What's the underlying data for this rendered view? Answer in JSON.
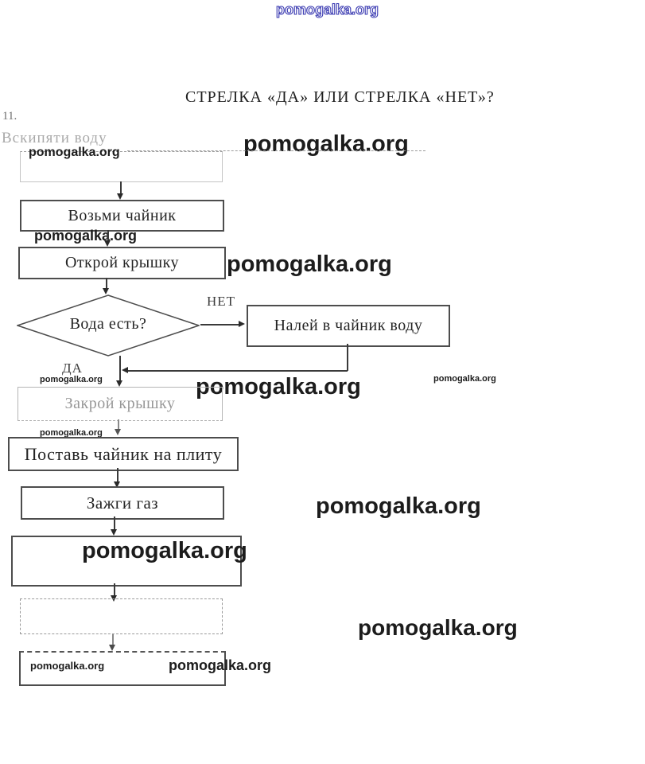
{
  "page": {
    "title": "СТРЕЛКА «ДА» ИЛИ СТРЕЛКА «НЕТ»?",
    "task_number": "11.",
    "task_label": "Вскипяти воду"
  },
  "watermark": {
    "text": "pomogalka.org",
    "brand_color": "#3e3eb3",
    "ink_color": "#1c1c1c"
  },
  "flowchart": {
    "branch_labels": {
      "no": "НЕТ",
      "yes": "ДА"
    },
    "nodes": [
      {
        "id": "start",
        "type": "process",
        "label": ""
      },
      {
        "id": "take-kettle",
        "type": "process",
        "label": "Возьми чайник"
      },
      {
        "id": "open-lid",
        "type": "process",
        "label": "Открой крышку"
      },
      {
        "id": "water-check",
        "type": "decision",
        "label": "Вода есть?"
      },
      {
        "id": "pour-water",
        "type": "process",
        "label": "Налей в чайник  воду"
      },
      {
        "id": "close-lid",
        "type": "process",
        "label": "Закрой крышку"
      },
      {
        "id": "put-on-stove",
        "type": "process",
        "label": "Поставь чайник на плиту"
      },
      {
        "id": "light-gas",
        "type": "process",
        "label": "Зажги газ"
      },
      {
        "id": "hidden-1",
        "type": "process",
        "label": ""
      },
      {
        "id": "hidden-2",
        "type": "process",
        "label": ""
      },
      {
        "id": "hidden-3",
        "type": "process",
        "label": ""
      }
    ]
  }
}
